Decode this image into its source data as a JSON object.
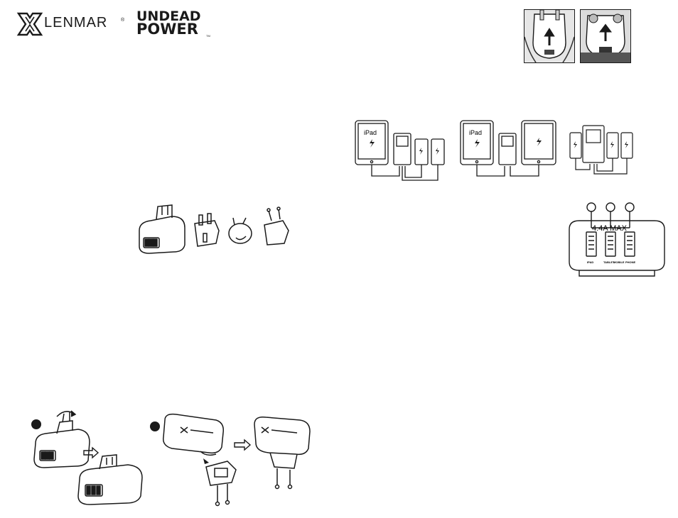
{
  "brand": {
    "lenmar": "LENMAR",
    "registered": "®",
    "undead_line1": "UNDEAD",
    "undead_line2": "POWER",
    "trademark": "TM"
  },
  "charging_diagrams": {
    "device_label": "iPad"
  },
  "port_diagram": {
    "max_label": "4.4A MAX",
    "port_labels": [
      "IPAD",
      "TABLET",
      "MOBILE",
      "PHONE"
    ]
  },
  "step_markers": {
    "step1": "",
    "step2": ""
  }
}
